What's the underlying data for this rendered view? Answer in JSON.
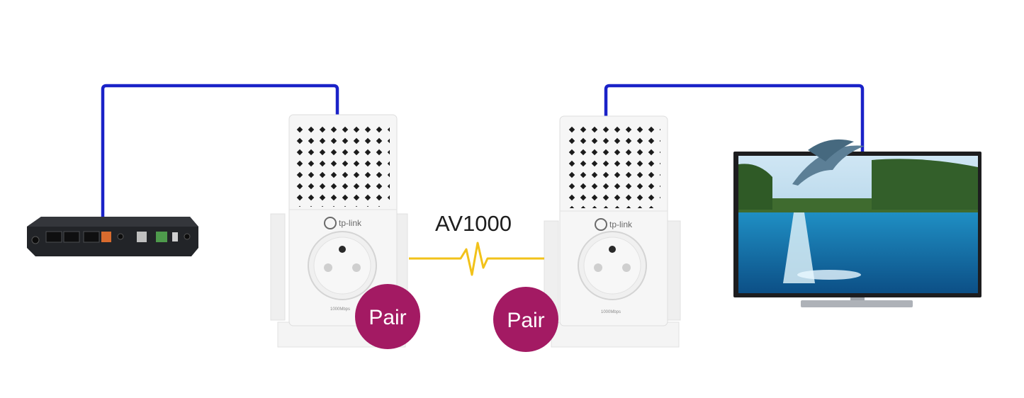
{
  "diagram": {
    "link_label": "AV1000",
    "pair_label_left": "Pair",
    "pair_label_right": "Pair",
    "brand_label": "tp-link",
    "speed_label": "1000Mbps"
  },
  "colors": {
    "cable": "#1a22c8",
    "powerline_link": "#f2c21a",
    "pair_badge": "#a31a63",
    "router_body": "#222428",
    "adapter_body": "#f6f6f6",
    "tv_frame": "#1d1d1f"
  },
  "icons": {
    "router": "router-icon",
    "adapter": "powerline-adapter-icon",
    "tv": "television-icon",
    "link": "zigzag-signal-icon"
  }
}
